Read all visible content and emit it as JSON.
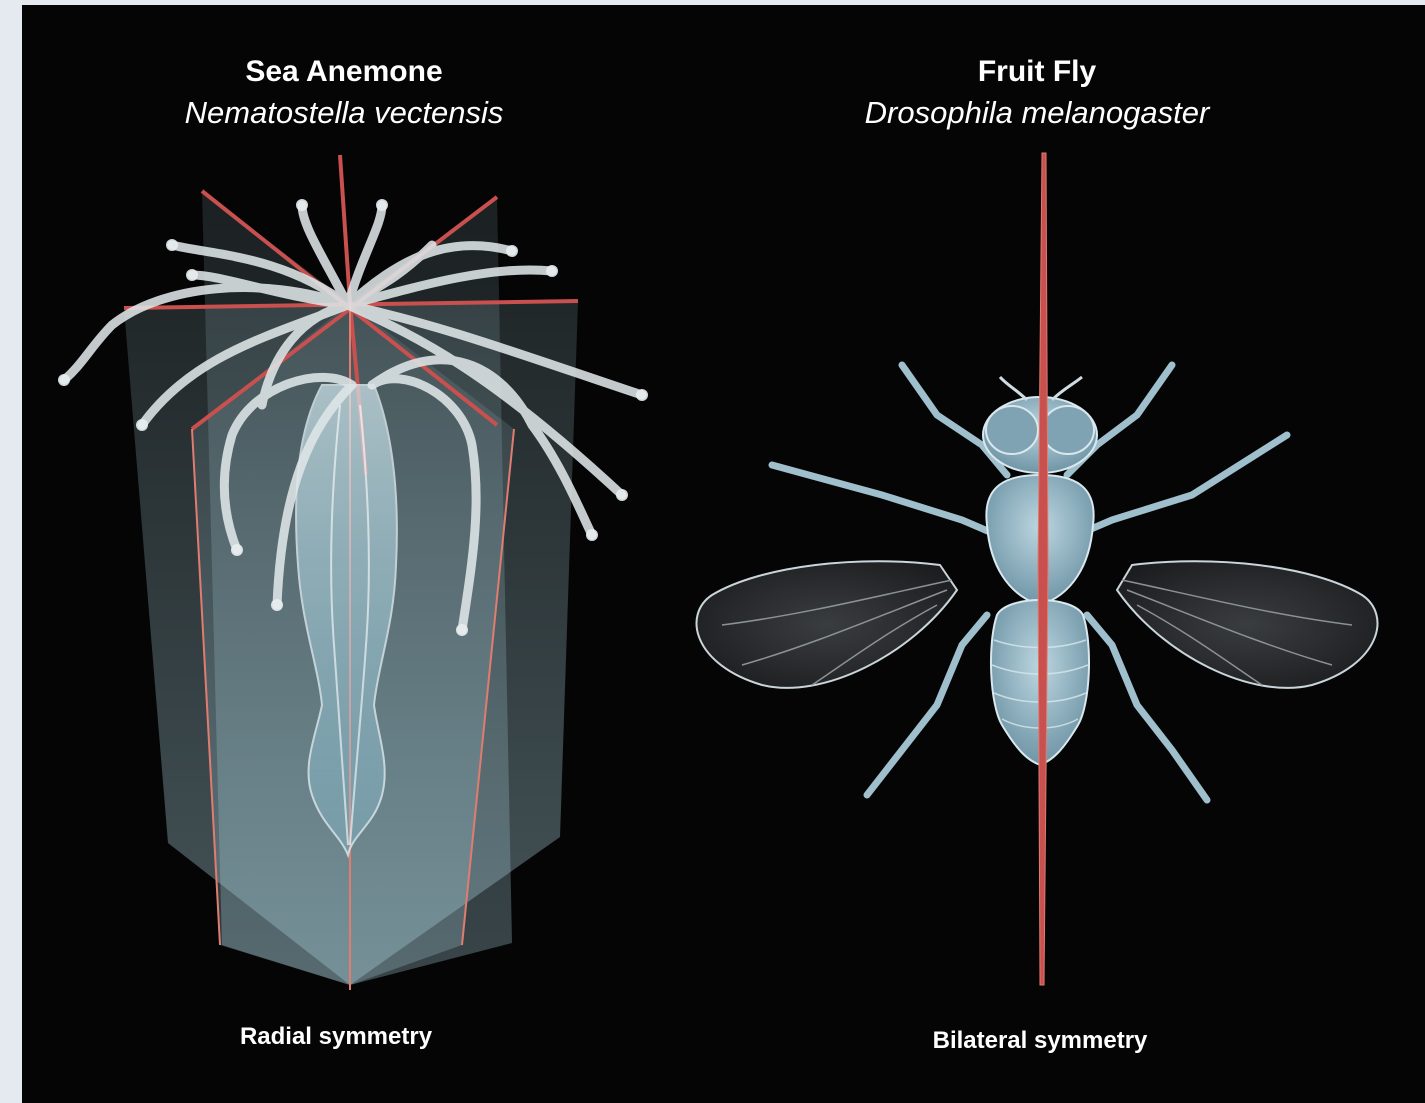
{
  "panels": {
    "left": {
      "common_name": "Sea Anemone",
      "species": "Nematostella vectensis",
      "caption": "Radial symmetry"
    },
    "right": {
      "common_name": "Fruit Fly",
      "species": "Drosophila melanogaster",
      "caption": "Bilateral symmetry"
    }
  },
  "colors": {
    "background": "#050505",
    "symmetry_plane_edge": "#c8504e",
    "plane_fill": "#9fc4cf",
    "organism_outline": "#e6f2f6",
    "fly_body": "#8fb4c4",
    "text": "#ffffff"
  }
}
